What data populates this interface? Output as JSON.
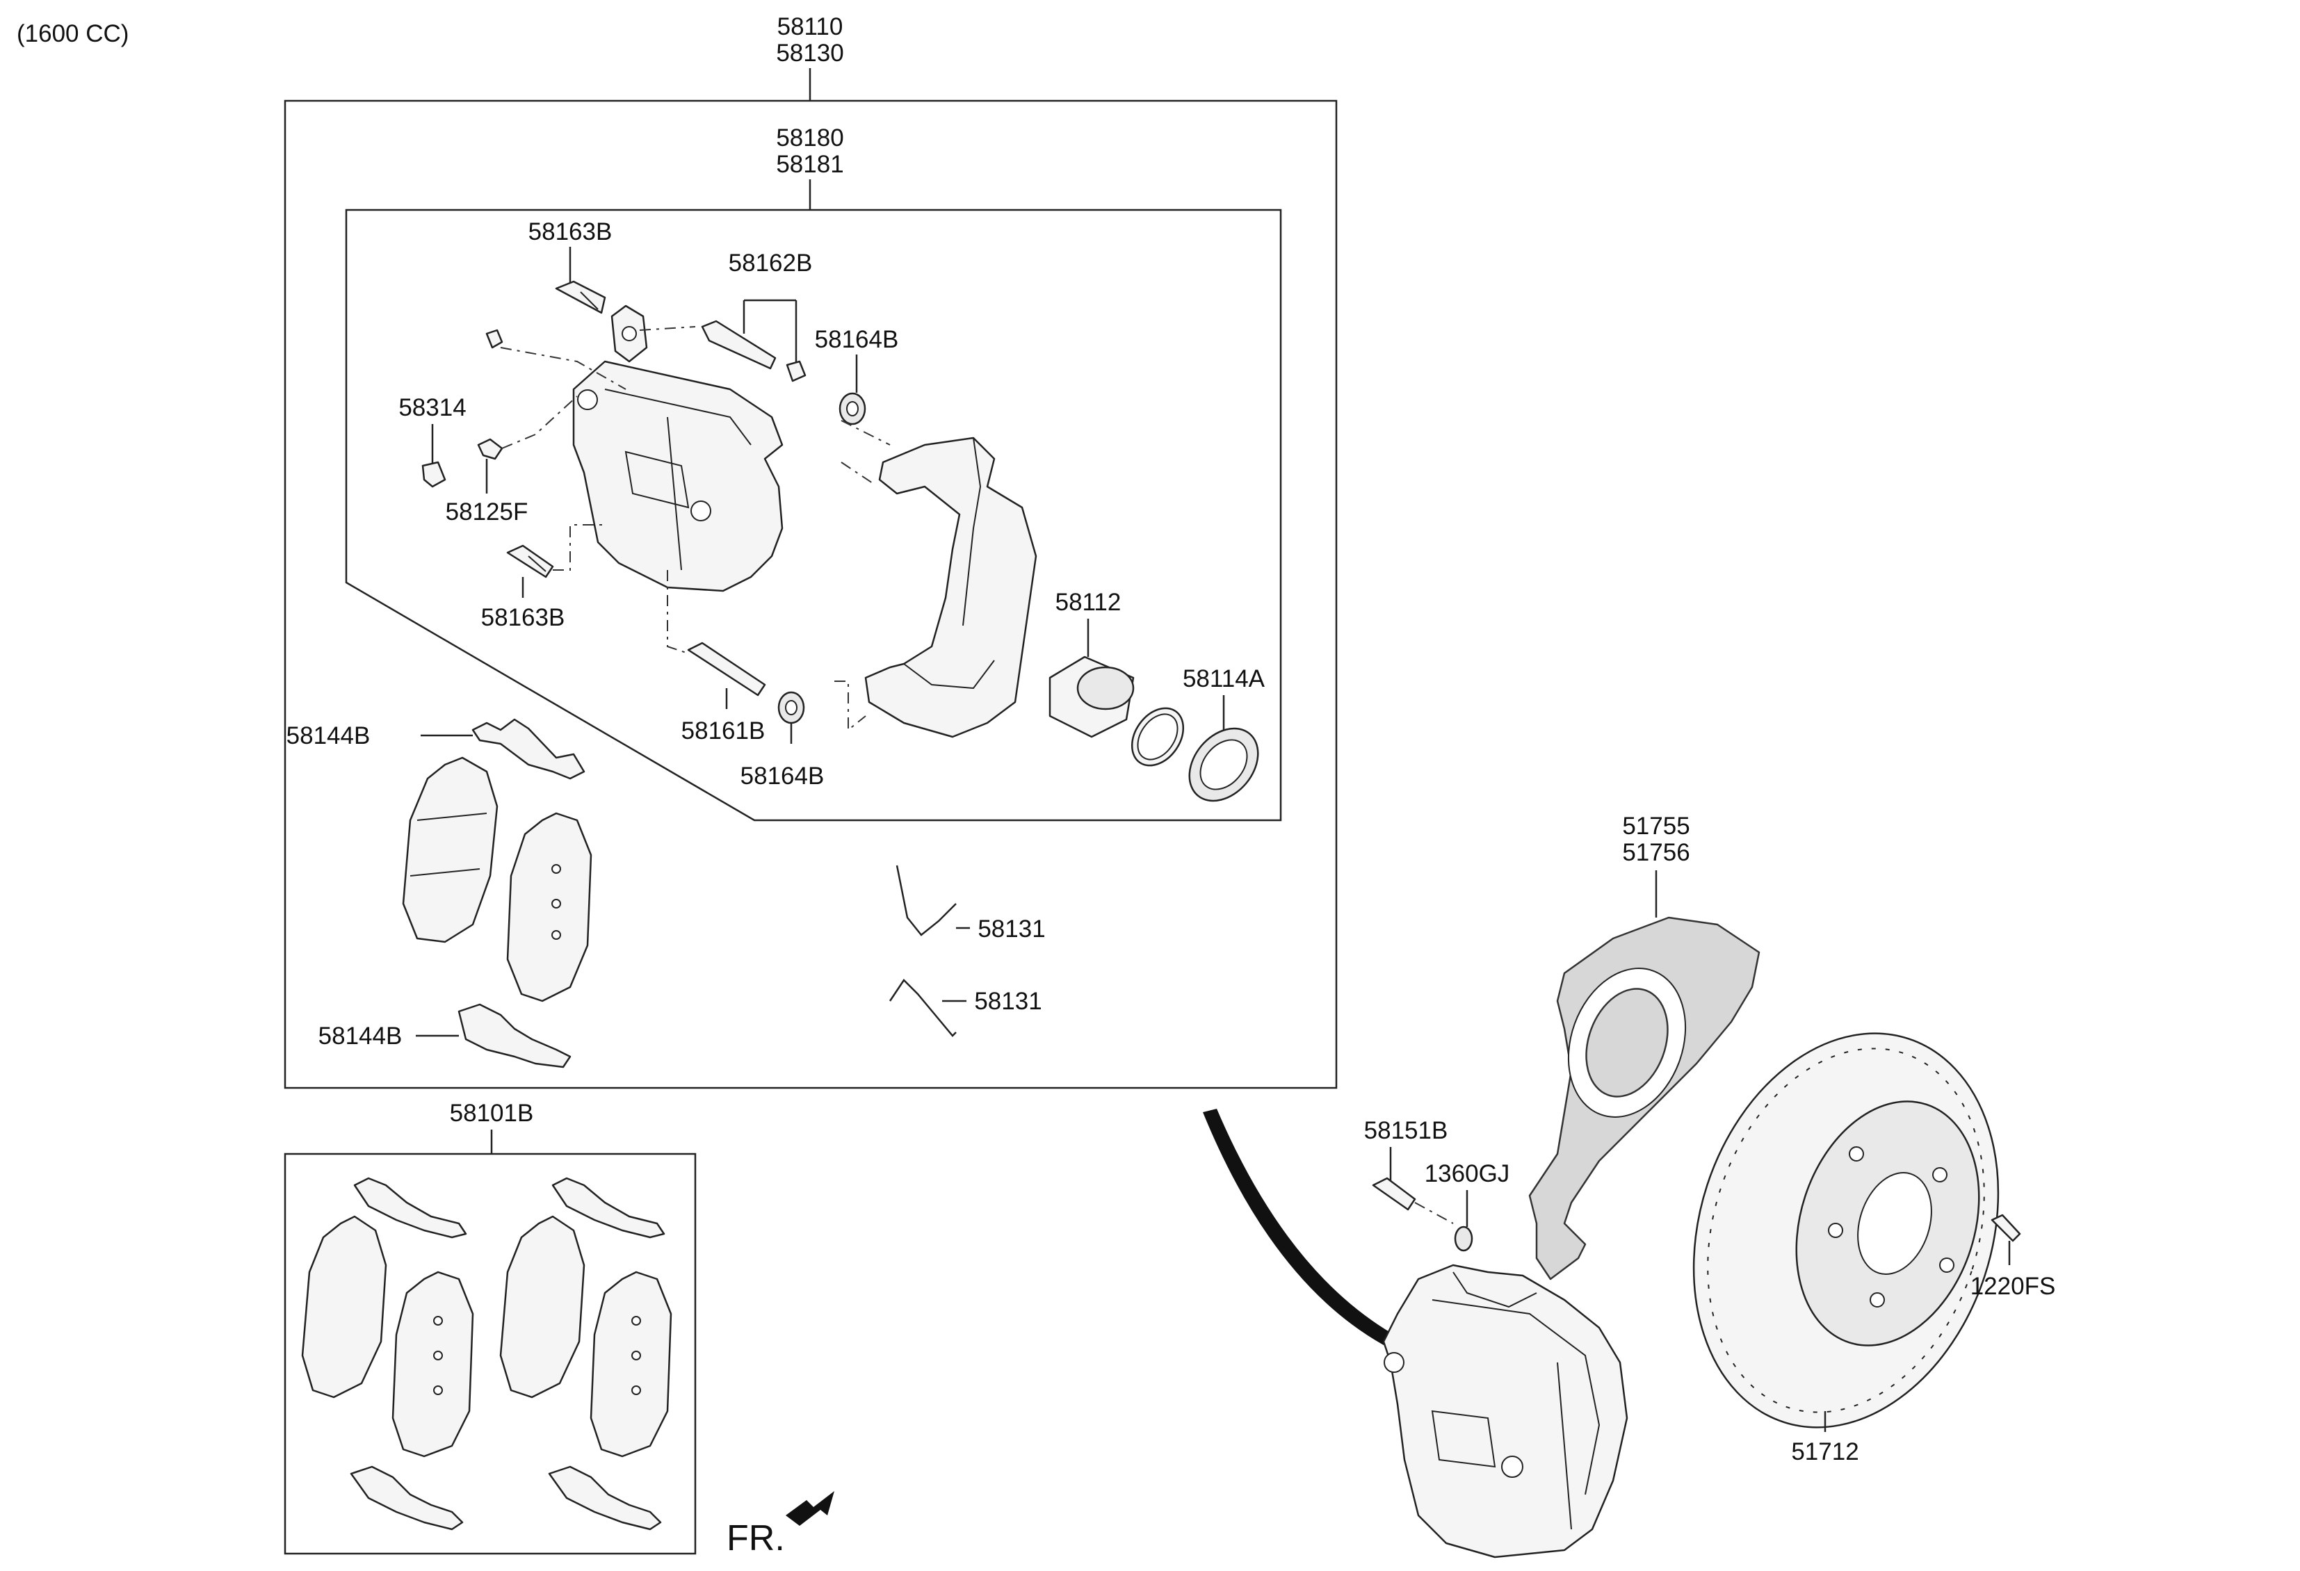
{
  "engine_note": "(1600 CC)",
  "front_marker": "FR.",
  "labels": {
    "l58110": "58110",
    "l58130": "58130",
    "l58180": "58180",
    "l58181": "58181",
    "l58163B_top": "58163B",
    "l58162B": "58162B",
    "l58164B_top": "58164B",
    "l58314": "58314",
    "l58125F": "58125F",
    "l58163B_bottom": "58163B",
    "l58112": "58112",
    "l58114A": "58114A",
    "l58161B": "58161B",
    "l58164B_bottom": "58164B",
    "l58144B_top": "58144B",
    "l58144B_bottom": "58144B",
    "l58131_top": "58131",
    "l58131_bottom": "58131",
    "l58101B": "58101B",
    "l51755": "51755",
    "l51756": "51756",
    "l58151B": "58151B",
    "l1360GJ": "1360GJ",
    "l1220FS": "1220FS",
    "l51712": "51712"
  }
}
